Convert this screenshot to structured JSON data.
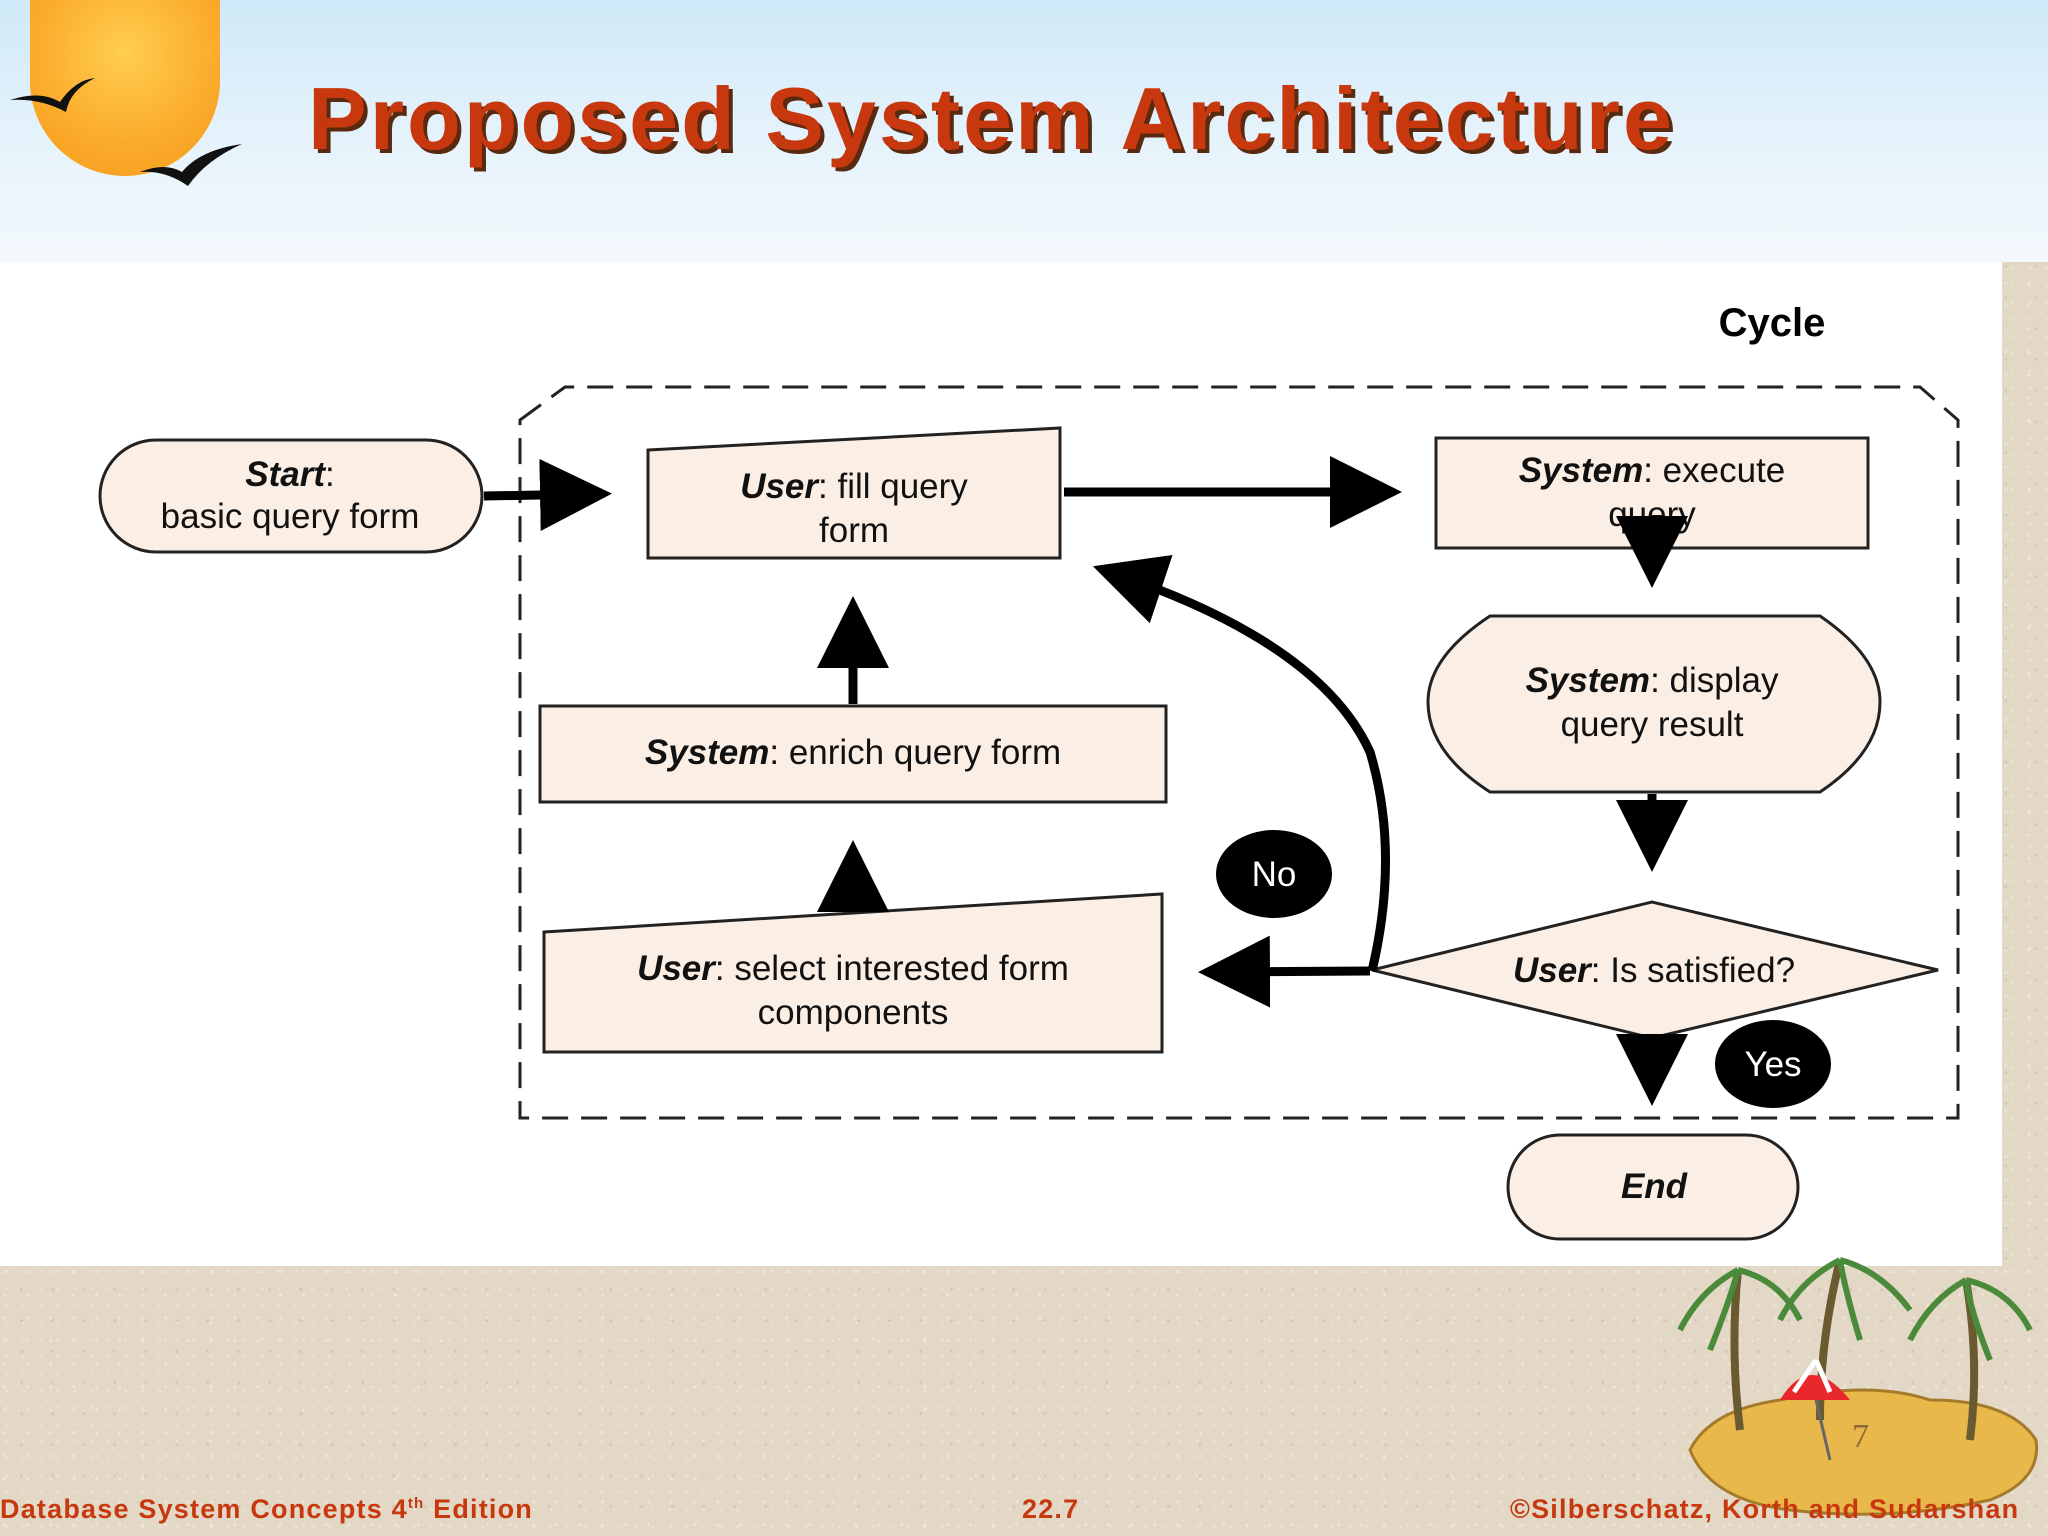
{
  "slide": {
    "title": "Proposed System Architecture",
    "page_number": "7"
  },
  "diagram": {
    "cycle_label": "Cycle",
    "start": {
      "bold": "Start",
      "text": ":",
      "line2": "basic query form"
    },
    "fill_form": {
      "bold": "User",
      "text": ": fill query",
      "line2": "form"
    },
    "execute": {
      "bold": "System",
      "text": ": execute",
      "line2": "query"
    },
    "display": {
      "bold": "System",
      "text": ": display",
      "line2": "query result"
    },
    "enrich": {
      "bold": "System",
      "text": ": enrich query form"
    },
    "select": {
      "bold": "User",
      "text": ": select interested form",
      "line2": "components"
    },
    "decision": {
      "bold": "User",
      "text": ": Is satisfied?"
    },
    "no_label": "No",
    "yes_label": "Yes",
    "end": {
      "bold": "End"
    }
  },
  "footer": {
    "left_main": "Database System Concepts 4",
    "left_sup": "th",
    "left_tail": " Edition",
    "center": "22.7",
    "right": "©Silberschatz, Korth and Sudarshan"
  }
}
